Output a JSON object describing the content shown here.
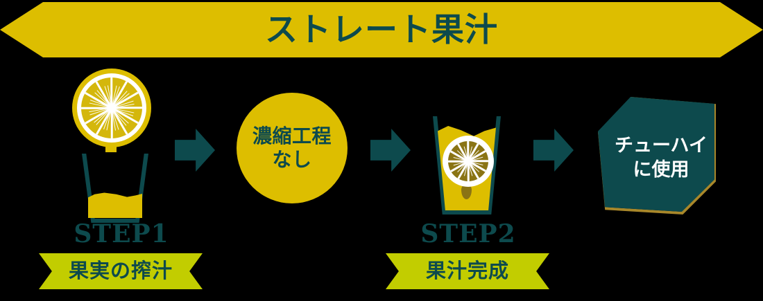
{
  "header": {
    "title": "ストレート果汁",
    "banner_color": "#ddbe00",
    "text_color": "#0d4a4d"
  },
  "palette": {
    "background": "#000000",
    "gold": "#ddbe00",
    "teal": "#0d4a4d",
    "ribbon_green": "#c2cd00",
    "olive": "#8a7414",
    "hex_outline": "#a8872a",
    "white": "#ffffff"
  },
  "flow": {
    "step1": {
      "icon_name": "lemon-squeeze-into-glass-icon",
      "step_label": "STEP1",
      "caption": "果実の搾汁"
    },
    "middle": {
      "icon_name": "no-concentration-circle",
      "line1": "濃縮工程",
      "line2": "なし"
    },
    "step2": {
      "icon_name": "glass-of-juice-icon",
      "step_label": "STEP2",
      "caption": "果汁完成"
    },
    "final": {
      "icon_name": "hexagon-badge",
      "line1": "チューハイ",
      "line2": "に使用"
    },
    "arrows": [
      {
        "name": "arrow-step1-to-middle"
      },
      {
        "name": "arrow-middle-to-step2"
      },
      {
        "name": "arrow-step2-to-final"
      }
    ]
  }
}
